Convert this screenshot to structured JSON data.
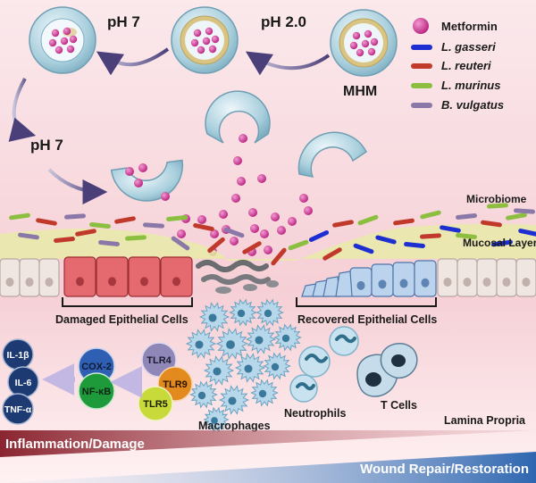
{
  "stages": {
    "ph_left": "pH 7",
    "ph_mid": "pH 2.0",
    "ph_lower": "pH 7",
    "capsule": "MHM"
  },
  "legend": {
    "items": [
      {
        "label": "Metformin",
        "color": "#d63fa3",
        "icon": "metformin-dot-icon",
        "italic": false
      },
      {
        "label": "L. gasseri",
        "color": "#1d2fd0",
        "icon": "l-gasseri-rod-icon",
        "italic": true
      },
      {
        "label": "L. reuteri",
        "color": "#c0392b",
        "icon": "l-reuteri-rod-icon",
        "italic": true
      },
      {
        "label": "L. murinus",
        "color": "#8cbf3f",
        "icon": "l-murinus-rod-icon",
        "italic": true
      },
      {
        "label": "B. vulgatus",
        "color": "#8a78a8",
        "icon": "b-vulgatus-rod-icon",
        "italic": true
      }
    ]
  },
  "layers": {
    "microbiome": "Microbiome",
    "mucosal": "Mucosal Layer",
    "lamina": "Lamina Propria"
  },
  "cells": {
    "damaged": "Damaged Epithelial Cells",
    "recovered": "Recovered Epithelial Cells",
    "macrophages": "Macrophages",
    "neutrophils": "Neutrophils",
    "tcells": "T Cells"
  },
  "markers": {
    "il1b": "IL-1β",
    "il6": "IL-6",
    "tnfa": "TNF-α",
    "cox2": "COX-2",
    "nfkb": "NF-κB",
    "tlr4": "TLR4",
    "tlr9": "TLR9",
    "tlr5": "TLR5"
  },
  "banners": {
    "inflammation": "Inflammation/Damage",
    "repair": "Wound Repair/Restoration"
  },
  "colors": {
    "metformin": "#d63fa3",
    "damaged_cell": "#e0555c",
    "recovered_cell": "#bcd3ee",
    "capsule_shell": "#9ec9d9",
    "inflammation_banner": "#8f2a2f",
    "repair_banner": "#2f6db5"
  }
}
